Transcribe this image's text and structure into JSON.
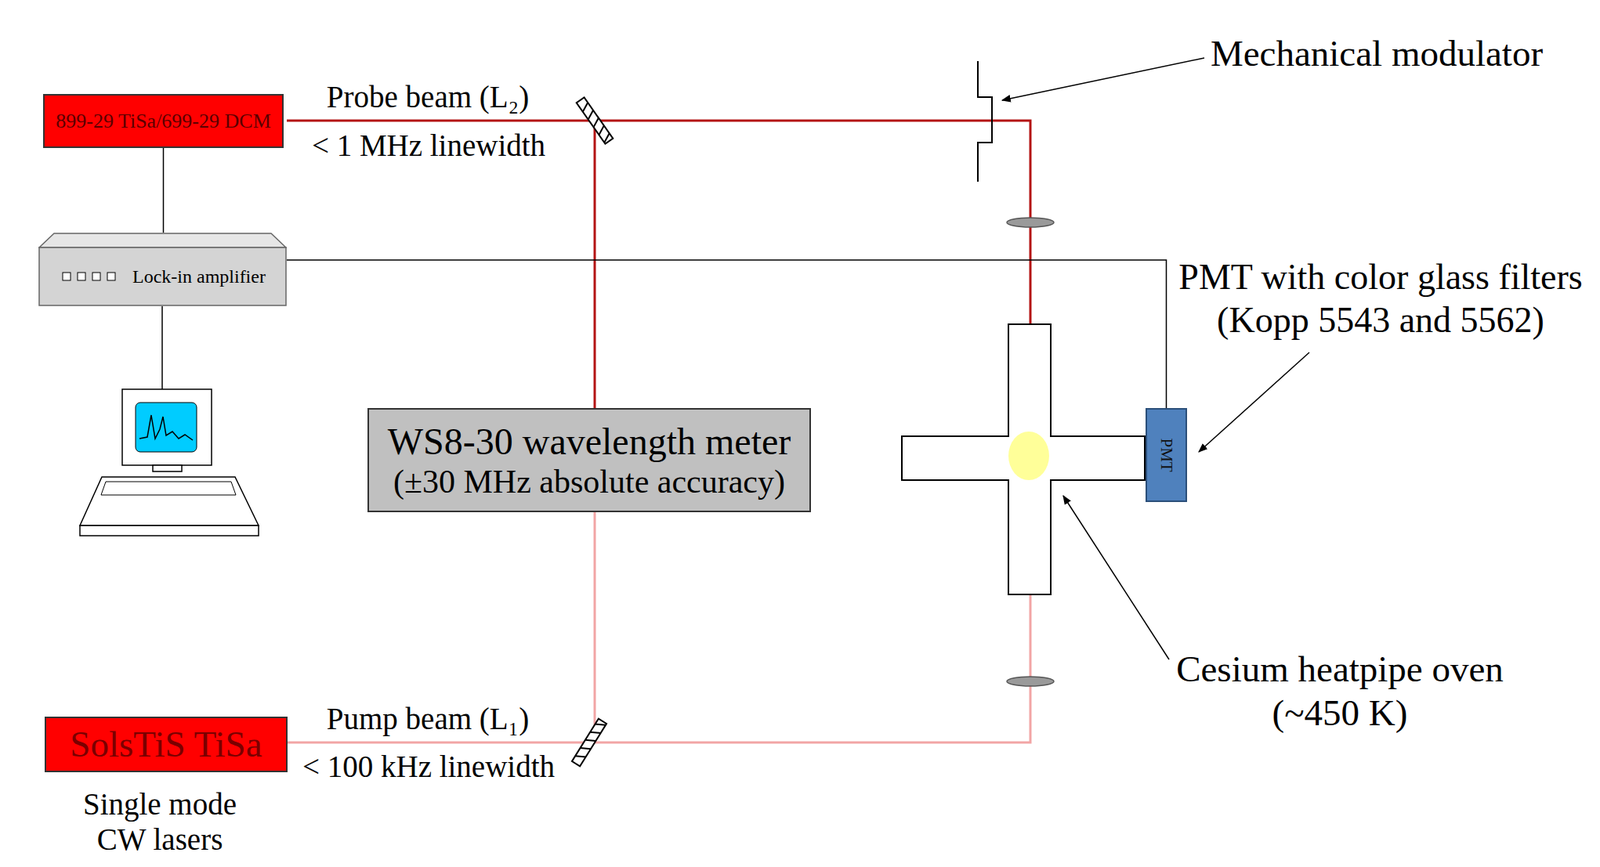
{
  "diagram": {
    "nodes": [
      {
        "text": [
          "899-29 TiSa/699-29 DCM"
        ]
      },
      {
        "text": [
          "Lock-in amplifier"
        ]
      },
      {
        "text": [
          "WS8-30 wavelength meter",
          "(±30 MHz absolute accuracy)"
        ]
      },
      {
        "text": [
          "PMT"
        ]
      },
      {
        "text": [
          "SolsTiS TiSa"
        ]
      }
    ],
    "edges": [
      {
        "from": 0,
        "to": 1,
        "arrow": "none"
      },
      {
        "from": 1,
        "to": 3,
        "arrow": "none"
      }
    ],
    "labels": [
      "Probe beam (L₂)",
      "< 1 MHz linewidth",
      "Mechanical modulator",
      "PMT with color glass filters (Kopp 5543 and 5562)",
      "Cesium heatpipe oven (~450 K)",
      "Pump beam (L₁)",
      "< 100 kHz linewidth",
      "Single mode CW lasers"
    ]
  }
}
